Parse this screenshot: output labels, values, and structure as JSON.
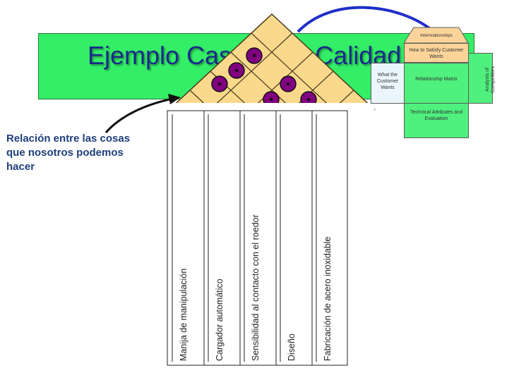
{
  "slide": {
    "title": "Ejemplo Casa de la Calidad",
    "annotation": "Relación entre las cosas que nosotros podemos hacer"
  },
  "columns": [
    "Manija de manipulación",
    "Cargador automático",
    "Sensibilidad al contacto con el roedor",
    "Diseño",
    "Fabricación de acero inoxidable"
  ],
  "hoq_mini": {
    "roof": "Interrelationships",
    "how": "How to Satisfy Customer Wants",
    "what": "What the Customer Wants",
    "matrix": "Relationship Matrix",
    "competitors": "Analysis of Competitors",
    "technical": "Technical Attributes and Evaluation"
  },
  "colors": {
    "banner": "#33ee66",
    "title_text": "#1a2a8a",
    "annotation_text": "#1f3e7a",
    "roof_fill": "#fad98c",
    "relationship_marker": "#800080",
    "connector_arrow": "#1f2fc8",
    "mini_header": "#fcd49a",
    "mini_matrix": "#4ff07e",
    "mini_what": "#eaf6fb"
  }
}
